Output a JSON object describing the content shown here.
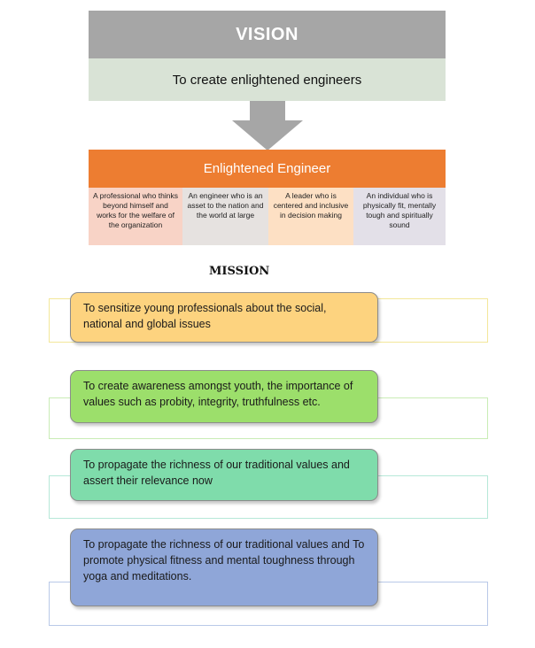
{
  "vision": {
    "heading": "VISION",
    "statement": "To create enlightened engineers"
  },
  "enlightened_engineer": {
    "title": "Enlightened Engineer",
    "traits": [
      {
        "text": "A professional who thinks beyond himself and works for the welfare of the organization",
        "color": "#f8d3c6"
      },
      {
        "text": "An engineer who is an asset to the nation and the world at large",
        "color": "#e6e2e0"
      },
      {
        "text": "A leader who is centered and inclusive in decision making",
        "color": "#fde0c4"
      },
      {
        "text": "An individual who is physically fit, mentally tough and spiritually sound",
        "color": "#e3e0e8"
      }
    ]
  },
  "mission": {
    "heading": "MISSION",
    "items": [
      {
        "text": "To sensitize young professionals about the social, national and global issues",
        "fill": "#fdd37f",
        "outline": "#f3e79a"
      },
      {
        "text": "To create awareness amongst youth, the importance of values such as probity, integrity, truthfulness etc.",
        "fill": "#9cdf6b",
        "outline": "#c9ecb5"
      },
      {
        "text": "To propagate the richness of our traditional values and assert their relevance now",
        "fill": "#7fdcab",
        "outline": "#b6e8d8"
      },
      {
        "text": "To propagate the richness of our traditional values and To promote physical fitness and mental toughness through yoga and meditations.",
        "fill": "#8fa6d8",
        "outline": "#b9c9e8"
      }
    ]
  }
}
